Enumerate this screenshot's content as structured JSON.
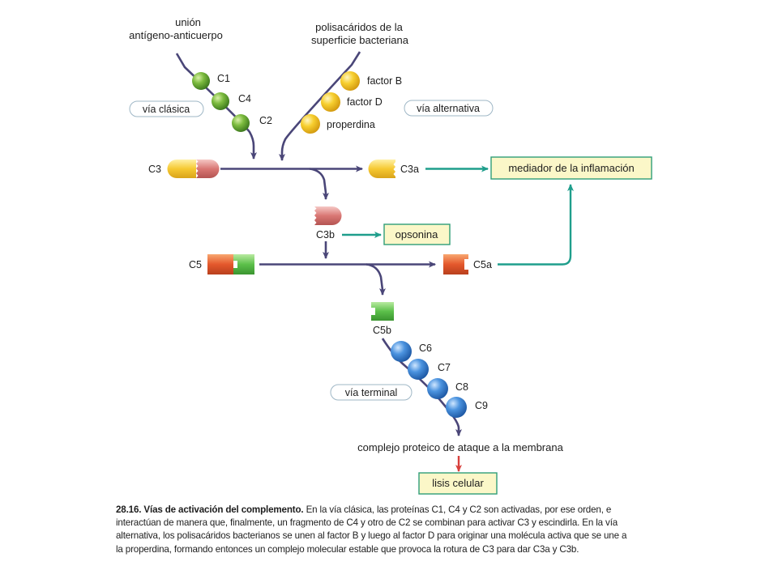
{
  "labels": {
    "antigen": [
      "unión",
      "antígeno-anticuerpo"
    ],
    "polysaccharides": [
      "polisacáridos de la",
      "superficie bacteriana"
    ],
    "c1": "C1",
    "c4": "C4",
    "c2": "C2",
    "factor_b": "factor B",
    "factor_d": "factor D",
    "properdina": "properdina",
    "via_clasica": "vía clásica",
    "via_alternativa": "vía alternativa",
    "via_terminal": "vía terminal",
    "c3": "C3",
    "c3a": "C3a",
    "c3b": "C3b",
    "c5": "C5",
    "c5a": "C5a",
    "c5b": "C5b",
    "c6": "C6",
    "c7": "C7",
    "c8": "C8",
    "c9": "C9",
    "mediador": "mediador de la inflamación",
    "opsonina": "opsonina",
    "complejo": "complejo proteico de ataque a la membrana",
    "lisis": "lisis celular"
  },
  "caption": {
    "number": "28.16.",
    "title": "Vías de activación del complemento.",
    "text": "En la vía clásica, las proteínas C1, C4 y C2 son activadas, por ese orden, e interactúan de manera que, finalmente, un fragmento de C4 y otro de C2 se combinan para activar C3 y escindirla. En la vía alternativa, los polisacáridos bacterianos se unen al factor B y luego al factor D para originar una molécula activa que se une a la properdina, formando entonces un complejo molecular estable que provoca la rotura de C3 para dar C3a y C3b."
  },
  "colors": {
    "arrow": "#4a4678",
    "teal": "#1f9e8c",
    "red_arrow": "#d8403c",
    "green_sphere": "#6fae3a",
    "yellow_sphere": "#f2c52a",
    "blue_sphere": "#3f86d6",
    "box_fill": "#fbf7c8"
  }
}
